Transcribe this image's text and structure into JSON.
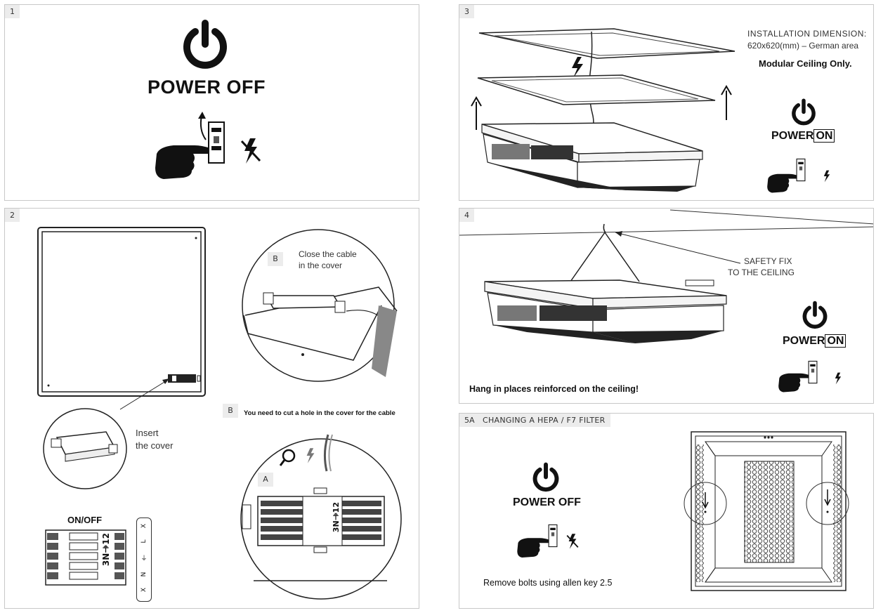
{
  "panels": {
    "p1": {
      "number": "1",
      "title": "POWER OFF"
    },
    "p2": {
      "number": "2",
      "tag_b_top": "B",
      "close_cable_line1": "Close the cable",
      "close_cable_line2": "in the cover",
      "insert_line1": "Insert",
      "insert_line2": "the cover",
      "tag_b_mid": "B",
      "cut_hole_note": "You need to cut a hole in the cover for the cable",
      "tag_a": "A",
      "onoff_label": "ON/OFF",
      "terminal_left_labels": [
        "3",
        "N",
        "⏚",
        "1",
        "2"
      ],
      "terminal_right_labels": [
        "X",
        "L",
        "⏚",
        "N",
        "X"
      ],
      "terminal_a_labels": [
        "3",
        "N",
        "⏚",
        "1",
        "2"
      ]
    },
    "p3": {
      "number": "3",
      "install_dim_label": "INSTALLATION  DIMENSION:",
      "install_dim_value": "620x620(mm) – German area",
      "modular_note": "Modular Ceiling Only.",
      "power_word": "POWER",
      "on_word": "ON"
    },
    "p4": {
      "number": "4",
      "safety_line1": "SAFETY FIX",
      "safety_line2": "TO THE CEILING",
      "hang_note": "Hang in places reinforced on the ceiling!",
      "power_word": "POWER",
      "on_word": "ON"
    },
    "p5": {
      "number": "5A",
      "title": "CHANGING A HEPA / F7 FILTER",
      "power_off": "POWER OFF",
      "bolts_note": "Remove bolts using allen key 2.5"
    }
  },
  "icons": [
    "power-icon",
    "hand-icon",
    "breaker-icon",
    "lightning-icon",
    "no-lightning-icon",
    "magnifier-icon",
    "arrow-up-icon",
    "arrow-down-icon"
  ]
}
